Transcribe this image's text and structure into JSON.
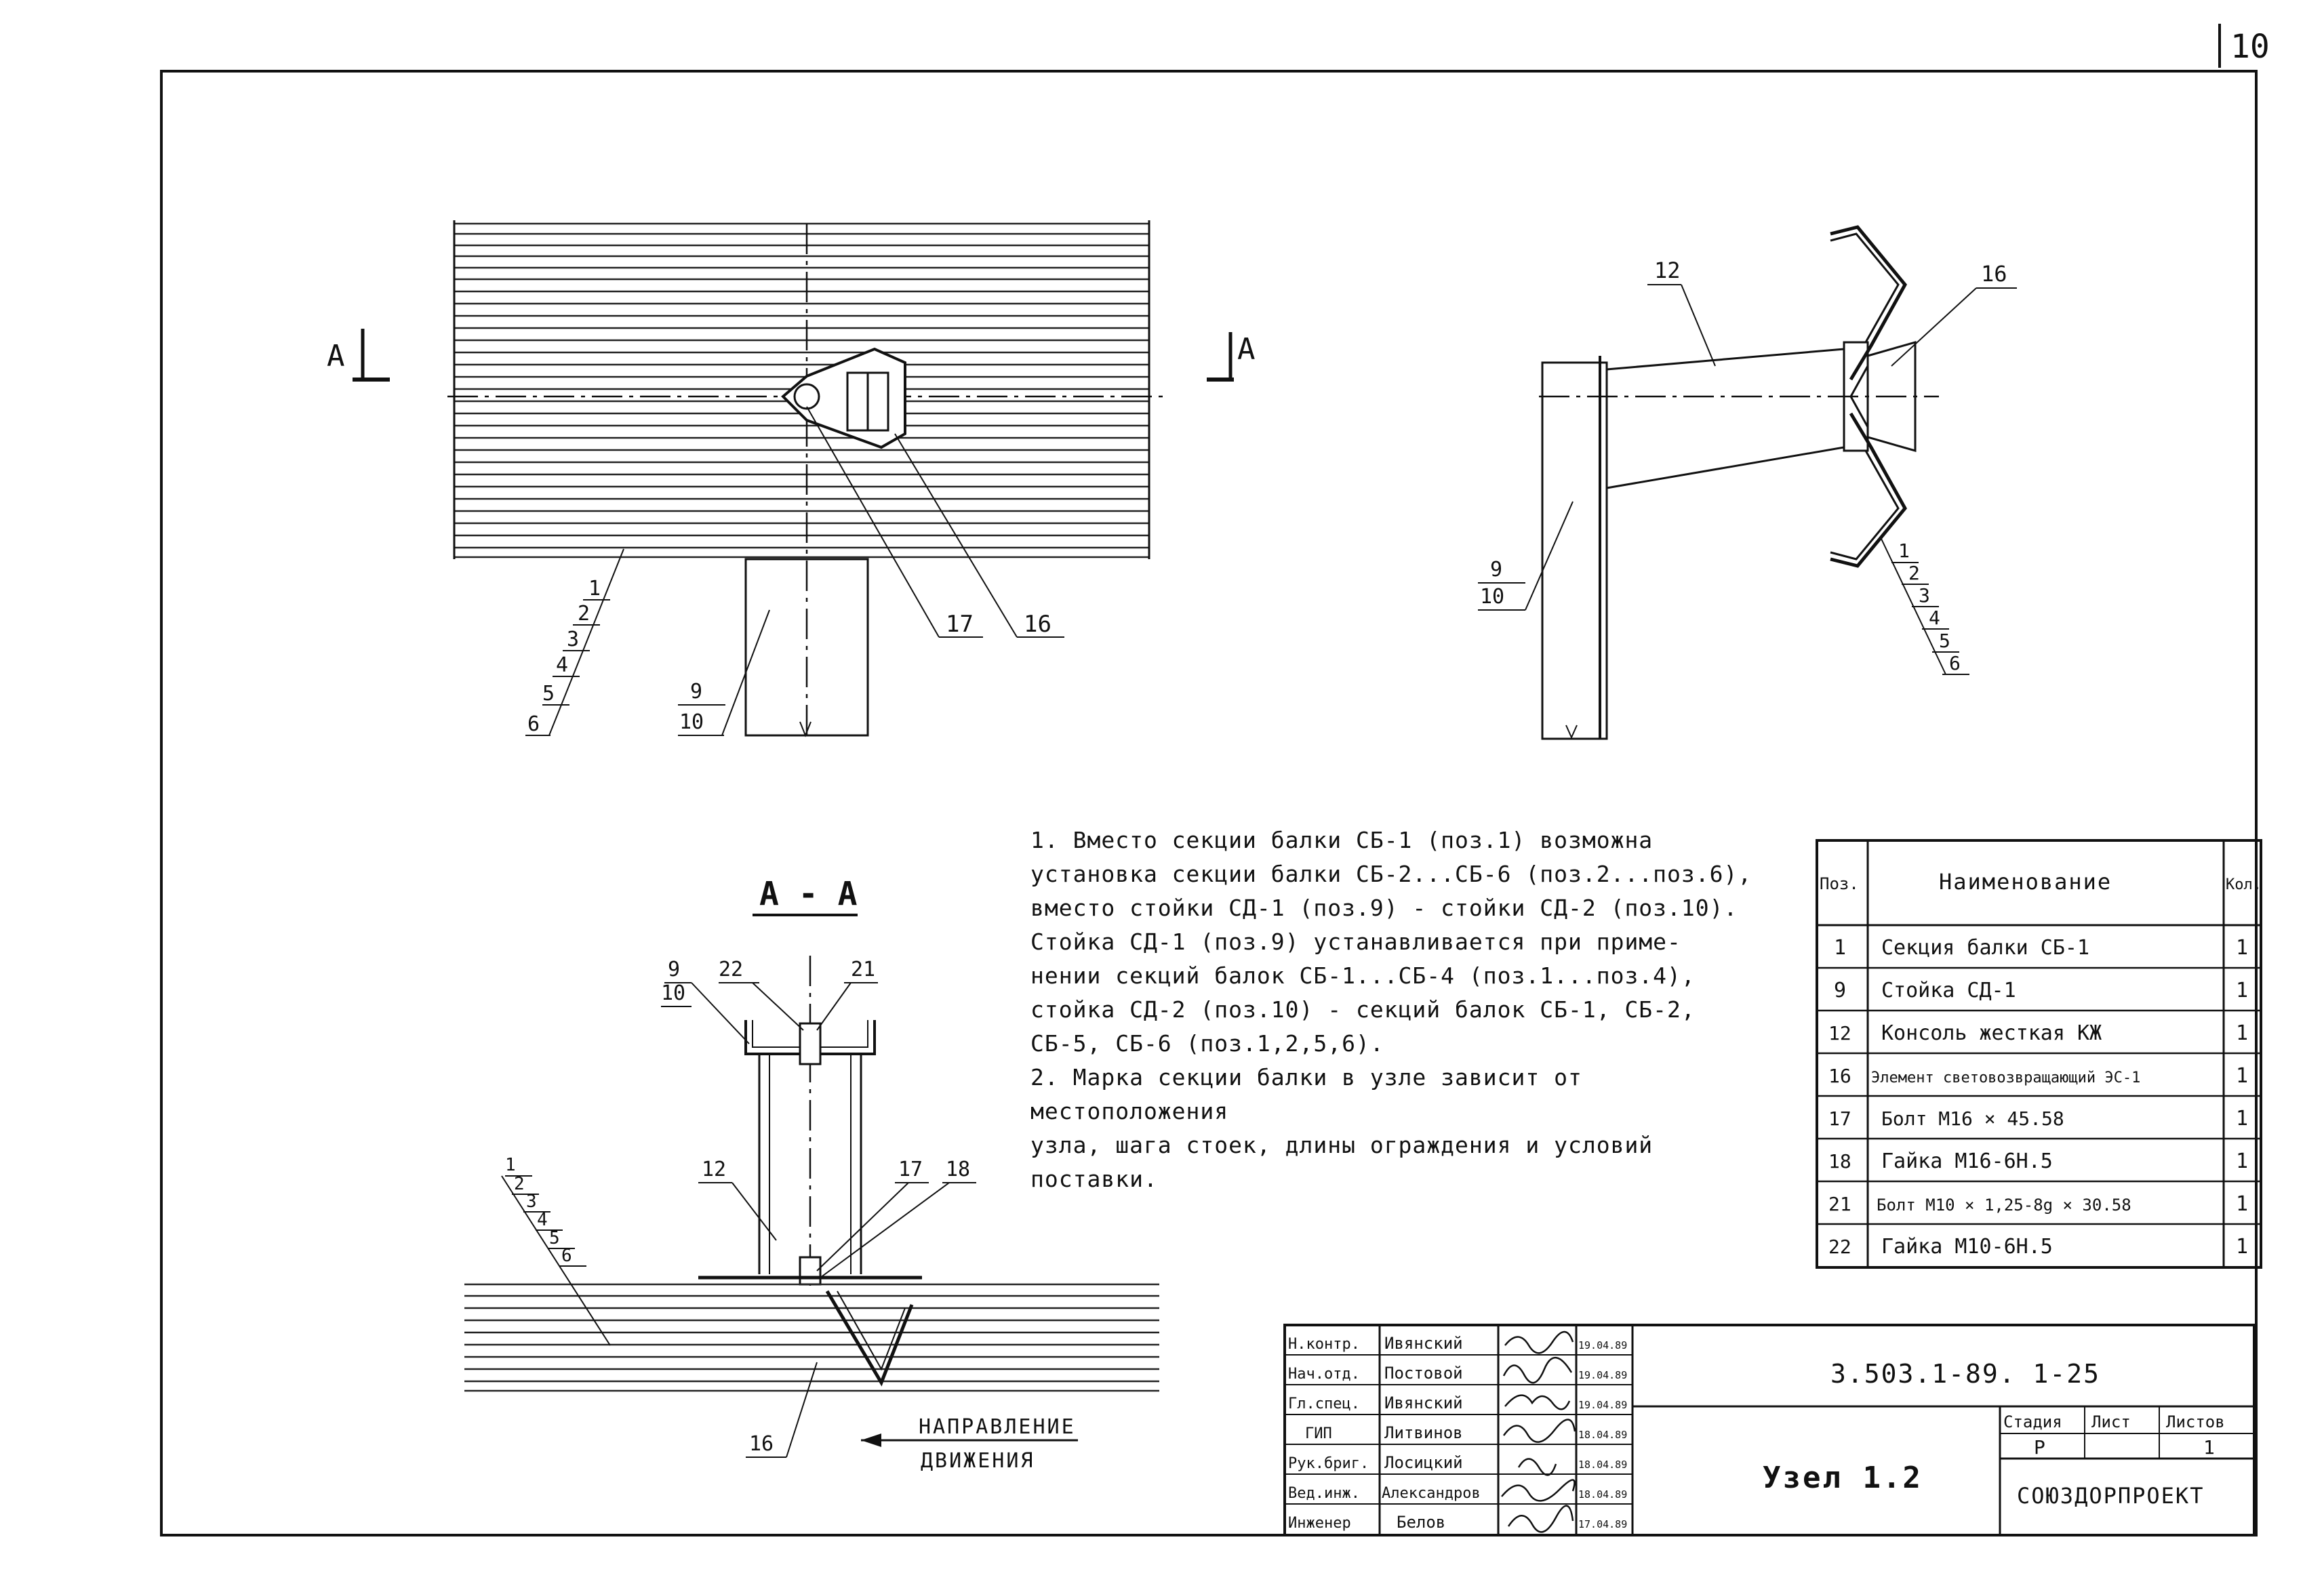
{
  "sheet_number": "10",
  "section_label": "А - А",
  "cut_mark": "А",
  "direction_label": [
    "НАПРАВЛЕНИЕ",
    "ДВИЖЕНИЯ"
  ],
  "callouts": {
    "top_left": {
      "sections": [
        "1",
        "2",
        "3",
        "4",
        "5",
        "6"
      ],
      "posts": [
        "9",
        "10"
      ],
      "bolt": "17",
      "element": "16"
    },
    "top_right": {
      "console": "12",
      "element": "16",
      "posts": [
        "9",
        "10"
      ],
      "sections": [
        "1",
        "2",
        "3",
        "4",
        "5",
        "6"
      ]
    },
    "section": {
      "posts": [
        "9",
        "10"
      ],
      "bolt_top": "22",
      "nut_top": "21",
      "console": "12",
      "bolt": "17",
      "nut": "18",
      "sections": [
        "1",
        "2",
        "3",
        "4",
        "5",
        "6"
      ],
      "element": "16"
    }
  },
  "notes": [
    "1.   Вместо секции балки СБ-1 (поз.1) возможна",
    "установка секции балки СБ-2...СБ-6 (поз.2...поз.6),",
    "вместо стойки СД-1 (поз.9) - стойки СД-2 (поз.10).",
    "     Стойка СД-1 (поз.9) устанавливается при приме-",
    "нении секций балок СБ-1...СБ-4 (поз.1...поз.4),",
    "стойка СД-2 (поз.10) - секций балок СБ-1, СБ-2,",
    "СБ-5, СБ-6 (поз.1,2,5,6).",
    "2. Марка секции балки в узле зависит от местоположения",
    "узла, шага стоек, длины ограждения и условий поставки."
  ],
  "spec_table": {
    "headers": [
      "Поз.",
      "Наименование",
      "Кол."
    ],
    "rows": [
      [
        "1",
        "Секция балки СБ-1",
        "1"
      ],
      [
        "9",
        "Стойка СД-1",
        "1"
      ],
      [
        "12",
        "Консоль жесткая КЖ",
        "1"
      ],
      [
        "16",
        "Элемент световозвращающий ЭС-1",
        "1"
      ],
      [
        "17",
        "Болт М16 × 45.58",
        "1"
      ],
      [
        "18",
        "Гайка М16-6Н.5",
        "1"
      ],
      [
        "21",
        "Болт М10 × 1,25-8g × 30.58",
        "1"
      ],
      [
        "22",
        "Гайка М10-6Н.5",
        "1"
      ]
    ]
  },
  "title_block": {
    "document_code": "3.503.1-89. 1-25",
    "node_name": "Узел 1.2",
    "organization": "СОЮЗДОРПРОЕКТ",
    "stage_headers": [
      "Стадия",
      "Лист",
      "Листов"
    ],
    "stage_values": [
      "Р",
      "",
      "1"
    ],
    "signatures": [
      {
        "role": "Н.контр.",
        "name": "Ивянский",
        "date": "19.04.89"
      },
      {
        "role": "Нач.отд.",
        "name": "Постовой",
        "date": "19.04.89"
      },
      {
        "role": "Гл.спец.",
        "name": "Ивянский",
        "date": "19.04.89"
      },
      {
        "role": "ГИП",
        "name": "Литвинов",
        "date": "18.04.89"
      },
      {
        "role": "Рук.бриг.",
        "name": "Лосицкий",
        "date": "18.04.89"
      },
      {
        "role": "Вед.инж.",
        "name": "Александров",
        "date": "18.04.89"
      },
      {
        "role": "Инженер",
        "name": "Белов",
        "date": "17.04.89"
      }
    ]
  }
}
